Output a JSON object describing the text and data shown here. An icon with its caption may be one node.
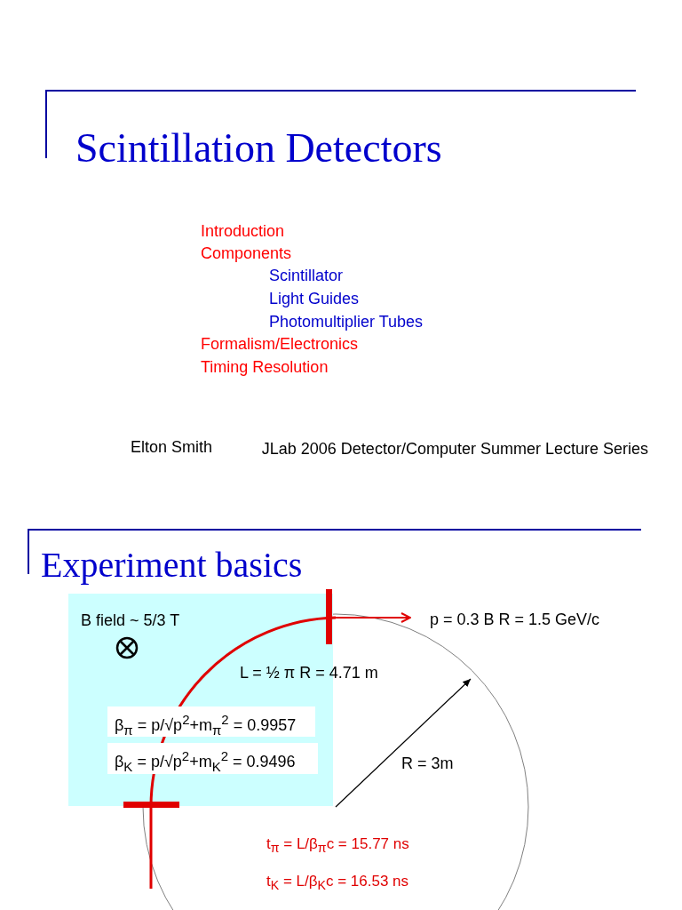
{
  "diagram": {
    "nodes": [
      {
        "text": [
          "B field ~ 5/3 T"
        ]
      },
      {
        "text": [
          "β$_{π}$ = p/√p$^{2}$+m$_{π}$$^{2}$  = 0.9957"
        ],
        "in": 0
      },
      {
        "text": [
          "β$_{K}$ = p/√p$^{2}$+m$_{K}$$^{2}$  = 0.9496"
        ],
        "in": 0
      }
    ],
    "labels": [
      "Scintillation Detectors",
      "Introduction",
      "Components",
      "Scintillator",
      "Light Guides",
      "Photomultiplier Tubes",
      "Formalism/Electronics",
      "Timing Resolution",
      "Elton Smith",
      "JLab 2006 Detector/Computer Summer Lecture Series",
      "Experiment basics",
      "p = 0.3 B R = 1.5 GeV/c",
      "L = ½ π R = 4.71 m",
      "R = 3m",
      "t$_{π}$ = L/β$_{π}$c  = 15.77 ns",
      "t$_{K}$ = L/β$_{K}$c  = 16.53 ns"
    ]
  }
}
